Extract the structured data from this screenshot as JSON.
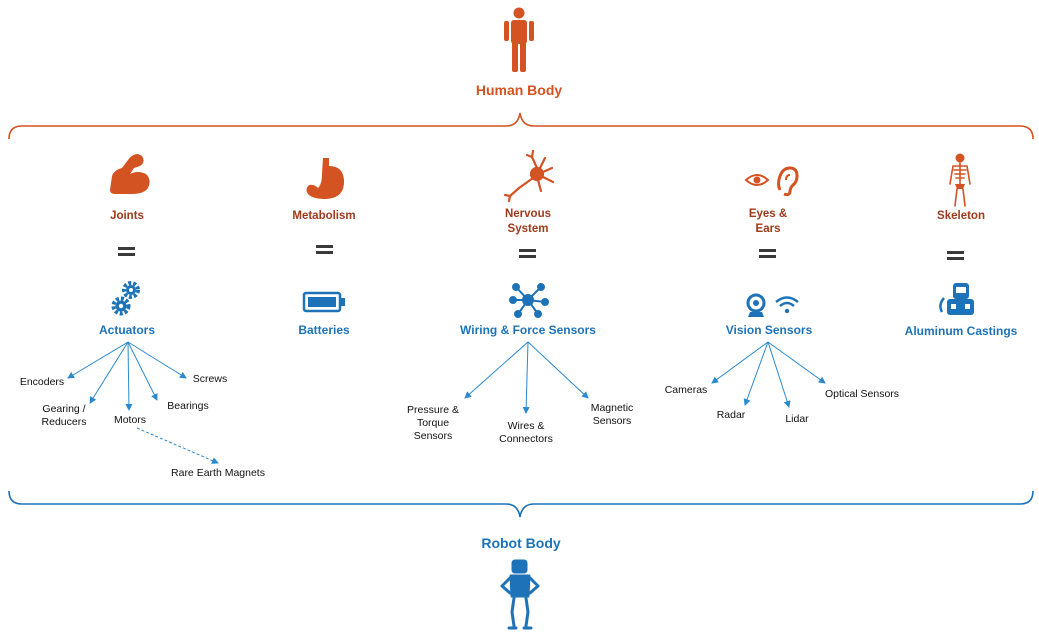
{
  "colors": {
    "human": "#d35322",
    "human_label": "#a0391b",
    "robot": "#1e73b8",
    "equals": "#3a3a3a",
    "arrow": "#2a8ad0"
  },
  "human_body": {
    "title": "Human Body",
    "icon": "person-icon"
  },
  "robot_body": {
    "title": "Robot Body",
    "icon": "robot-figure-icon"
  },
  "columns": [
    {
      "human": "Joints",
      "human_icon": "flexed-arm-icon",
      "robot": "Actuators",
      "robot_icon": "gears-icon",
      "children": [
        "Encoders",
        "Gearing / Reducers",
        "Motors",
        "Bearings",
        "Screws"
      ],
      "sub_children": [
        "Rare Earth Magnets"
      ]
    },
    {
      "human": "Metabolism",
      "human_icon": "stomach-icon",
      "robot": "Batteries",
      "robot_icon": "battery-icon",
      "children": []
    },
    {
      "human": "Nervous System",
      "human_icon": "neuron-icon",
      "robot": "Wiring & Force Sensors",
      "robot_icon": "network-icon",
      "children": [
        "Pressure & Torque Sensors",
        "Wires & Connectors",
        "Magnetic Sensors"
      ]
    },
    {
      "human": "Eyes & Ears",
      "human_icon": "eye-ear-icon",
      "robot": "Vision Sensors",
      "robot_icon": "webcam-wifi-icon",
      "children": [
        "Cameras",
        "Radar",
        "Lidar",
        "Optical Sensors"
      ]
    },
    {
      "human": "Skeleton",
      "human_icon": "skeleton-icon",
      "robot": "Aluminum Castings",
      "robot_icon": "robot-machine-icon",
      "children": []
    }
  ],
  "leaf_labels": {
    "encoders": "Encoders",
    "gearing_1": "Gearing /",
    "gearing_2": "Reducers",
    "motors": "Motors",
    "bearings": "Bearings",
    "screws": "Screws",
    "magnets": "Rare Earth Magnets",
    "pressure_1": "Pressure &",
    "pressure_2": "Torque",
    "pressure_3": "Sensors",
    "wires_1": "Wires &",
    "wires_2": "Connectors",
    "magnetic_1": "Magnetic",
    "magnetic_2": "Sensors",
    "cameras": "Cameras",
    "radar": "Radar",
    "lidar": "Lidar",
    "optical": "Optical Sensors"
  },
  "human_labels_split": {
    "nervous_1": "Nervous",
    "nervous_2": "System",
    "eyes_1": "Eyes &",
    "eyes_2": "Ears"
  }
}
